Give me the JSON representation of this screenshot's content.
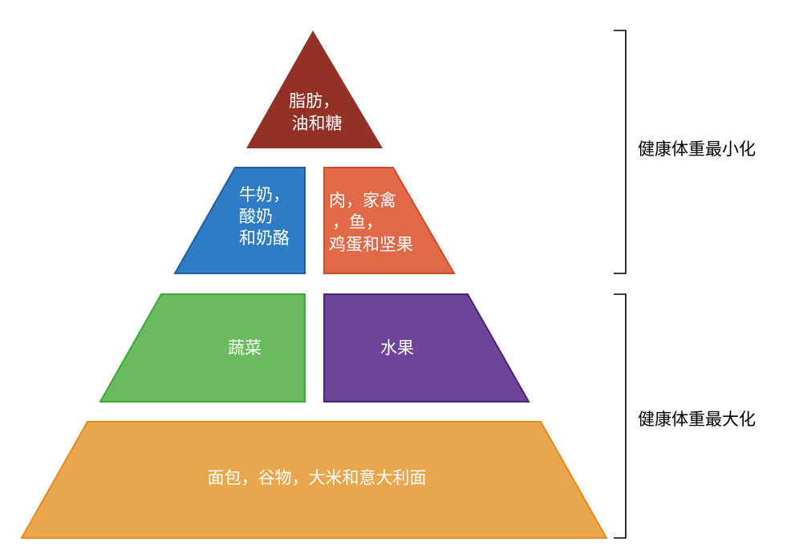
{
  "pyramid": {
    "fats": {
      "lines": [
        "脂肪，",
        "油和糖"
      ],
      "fill": "#943126",
      "stroke": "#943126"
    },
    "dairy": {
      "lines": [
        "牛奶，",
        "酸奶",
        "和奶酪"
      ],
      "fill": "#2E7CC4",
      "stroke": "#1F5FA0"
    },
    "protein": {
      "lines": [
        "肉，家禽",
        "，鱼，",
        "鸡蛋和坚果"
      ],
      "fill": "#E06A48",
      "stroke": "#D04A2A"
    },
    "vegetables": {
      "lines": [
        "蔬菜"
      ],
      "fill": "#6ABB5E",
      "stroke": "#3AA835"
    },
    "fruits": {
      "lines": [
        "水果"
      ],
      "fill": "#6C4599",
      "stroke": "#4A2478"
    },
    "grains": {
      "lines": [
        "面包，谷物，大米和意大利面"
      ],
      "fill": "#EAA64C",
      "stroke": "#E68A1A"
    }
  },
  "sides": {
    "minimize": "健康体重最小化",
    "maximize": "健康体重最大化"
  }
}
